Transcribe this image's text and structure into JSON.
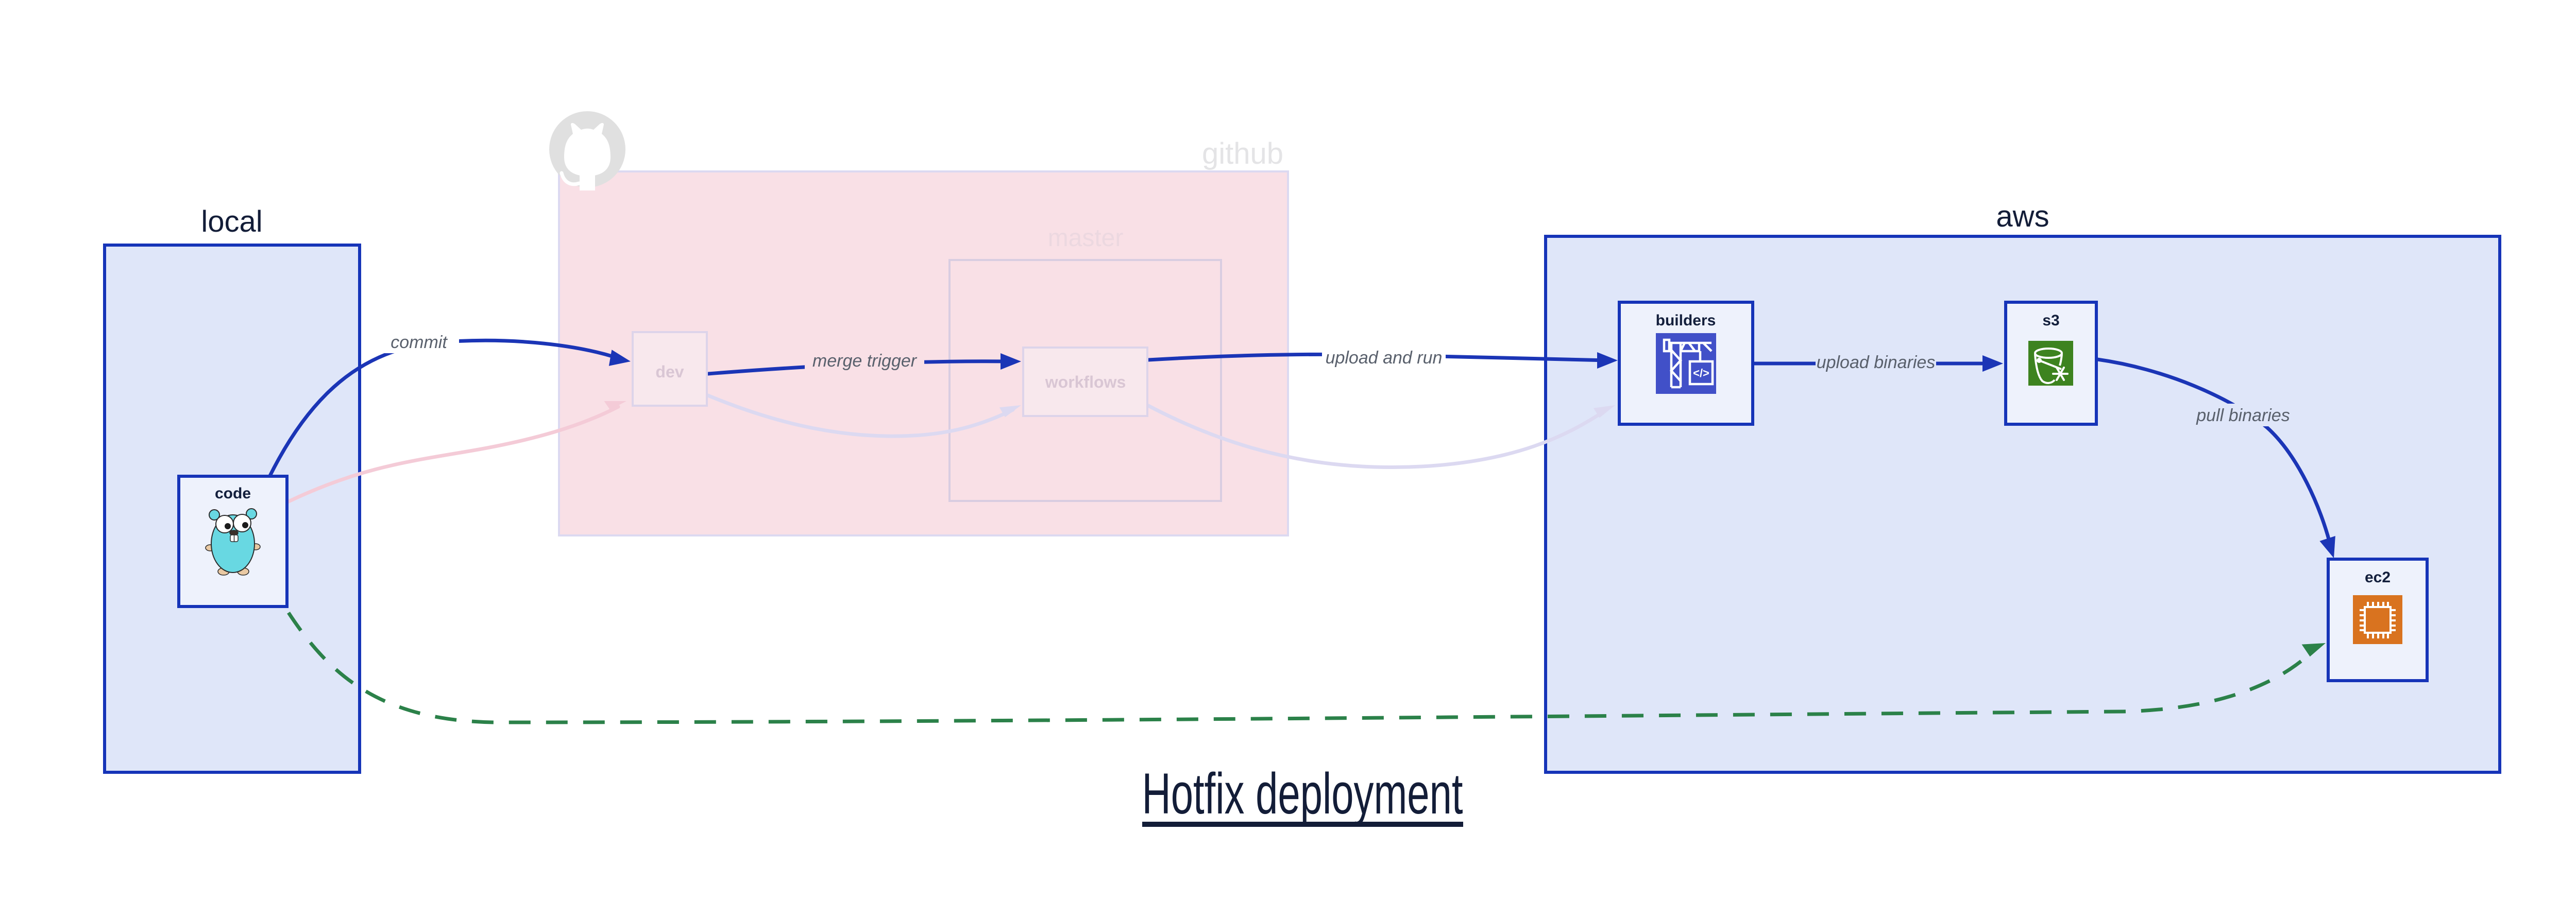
{
  "title": {
    "text": "Hotfix deployment"
  },
  "groups": {
    "local": {
      "label": "local"
    },
    "github": {
      "label": "github",
      "master_label": "master",
      "icon": "github-octocat-icon"
    },
    "aws": {
      "label": "aws"
    }
  },
  "nodes": {
    "code": {
      "label": "code",
      "icon": "go-gopher-icon"
    },
    "dev": {
      "label": "dev"
    },
    "workflows": {
      "label": "workflows"
    },
    "builders": {
      "label": "builders",
      "icon": "aws-codebuild-icon",
      "icon_glyph": "</>"
    },
    "s3": {
      "label": "s3",
      "icon": "aws-s3-bucket-icon"
    },
    "ec2": {
      "label": "ec2",
      "icon": "aws-ec2-chip-icon"
    }
  },
  "edges": {
    "commit": {
      "label": "commit"
    },
    "merge_trigger": {
      "label": "merge trigger"
    },
    "upload_and_run": {
      "label": "upload and run"
    },
    "upload_binaries": {
      "label": "upload binaries"
    },
    "pull_binaries": {
      "label": "pull binaries"
    }
  },
  "colors": {
    "container_fill": "#dfe6f9",
    "container_border": "#1634b8",
    "node_fill": "#eef2fc",
    "edge_blue": "#1b35b6",
    "github_fill": "#f9e0e6",
    "github_border": "#dcd9f1",
    "faded_pink_arrow": "#f4cbd7",
    "faded_lavender_arrow": "#dcd9f1",
    "hotfix_green": "#2b8149",
    "edge_label_gray": "#59606c",
    "title_navy": "#131d38",
    "codebuild_indigo": "#4150c8",
    "s3_green": "#3d831f",
    "ec2_orange": "#d9731f",
    "gopher_teal": "#68d8e2",
    "octocat_gray": "#e0e0e0"
  }
}
